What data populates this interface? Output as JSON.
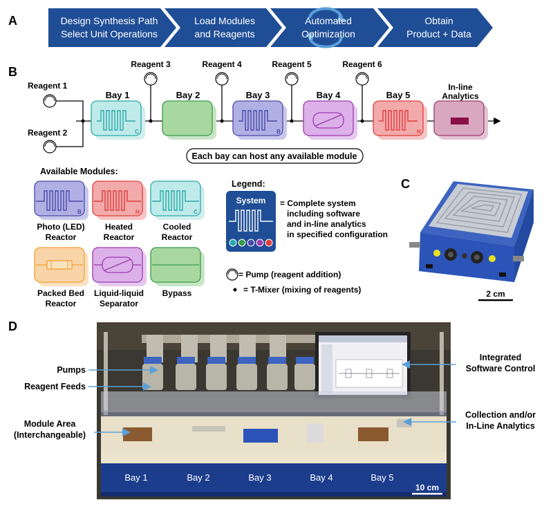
{
  "panels": {
    "a": "A",
    "b": "B",
    "c": "C",
    "d": "D"
  },
  "panel_a": {
    "steps": [
      {
        "line1": "Design Synthesis Path",
        "line2": "Select Unit Operations"
      },
      {
        "line1": "Load Modules",
        "line2": "and Reagents"
      },
      {
        "line1": "Automated",
        "line2": "Optimization"
      },
      {
        "line1": "Obtain",
        "line2": "Product + Data"
      }
    ]
  },
  "panel_b": {
    "reagents_top": [
      "Reagent 3",
      "Reagent 4",
      "Reagent 5",
      "Reagent 6"
    ],
    "reagents_left": [
      "Reagent 1",
      "Reagent 2"
    ],
    "bays": [
      "Bay 1",
      "Bay 2",
      "Bay 3",
      "Bay 4",
      "Bay 5"
    ],
    "analytics_line1": "In-line",
    "analytics_line2": "Analytics",
    "bay_badges": {
      "bay1": "C",
      "bay3": "B",
      "bay5": "H"
    },
    "note": "Each bay can host any available module",
    "available_modules_title": "Available Modules:",
    "modules": [
      {
        "line1": "Photo (LED)",
        "line2": "Reactor",
        "badge": "B"
      },
      {
        "line1": "Heated",
        "line2": "Reactor",
        "badge": "H"
      },
      {
        "line1": "Cooled",
        "line2": "Reactor",
        "badge": "C"
      },
      {
        "line1": "Packed Bed",
        "line2": "Reactor",
        "badge": ""
      },
      {
        "line1": "Liquid-liquid",
        "line2": "Separator",
        "badge": ""
      },
      {
        "line1": "Bypass",
        "line2": "",
        "badge": ""
      }
    ],
    "legend_title": "Legend:",
    "legend_system_label": "System",
    "legend_desc": [
      "= Complete system",
      "including software",
      "and in-line analytics",
      "in specified configuration"
    ],
    "pump_legend": "= Pump (reagent addition)",
    "mixer_legend": "= T-Mixer (mixing of reagents)"
  },
  "panel_c": {
    "scale": "2 cm"
  },
  "panel_d": {
    "labels_left": [
      {
        "line1": "Pumps",
        "line2": ""
      },
      {
        "line1": "Reagent Feeds",
        "line2": ""
      },
      {
        "line1": "Module Area",
        "line2": "(Interchangeable)"
      }
    ],
    "labels_right": [
      {
        "line1": "Integrated",
        "line2": "Software Control"
      },
      {
        "line1": "Collection and/or",
        "line2": "In-Line Analytics"
      }
    ],
    "bays": [
      "Bay 1",
      "Bay 2",
      "Bay 3",
      "Bay 4",
      "Bay 5"
    ],
    "scale": "10 cm"
  },
  "colors": {
    "arrow_blue": "#1f4e96",
    "photo": "#4a4aa8",
    "heated": "#e03c3c",
    "cooled": "#2aa8a8",
    "packed": "#f0a030",
    "separator": "#9a3ab0",
    "bypass": "#3a9a4a"
  }
}
